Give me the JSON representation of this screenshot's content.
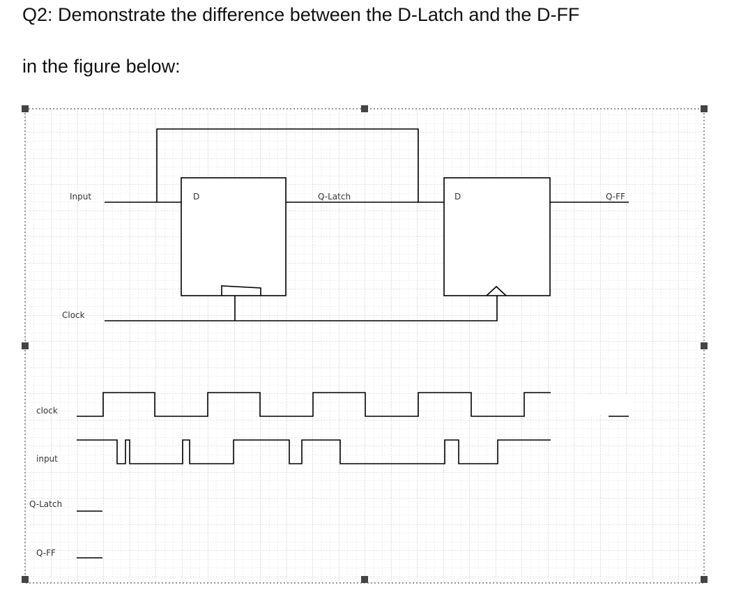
{
  "question": {
    "line1": "Q2:  Demonstrate the difference between the D-Latch and the D-FF",
    "line2": "in the figure below:"
  },
  "circuit": {
    "input_label": "Input",
    "clock_label": "Clock",
    "latch_d_pin": "D",
    "latch_output_label": "Q-Latch",
    "ff_d_pin": "D",
    "ff_output_label": "Q-FF"
  },
  "timing": {
    "clock_label": "clock",
    "input_label": "input",
    "q_latch_label": "Q-Latch",
    "q_ff_label": "Q-FF"
  },
  "colors": {
    "grid_major": "#c8c8c8",
    "grid_minor": "#e2e2e2",
    "ink": "#000000",
    "label": "#333333",
    "handle": "#444444"
  }
}
